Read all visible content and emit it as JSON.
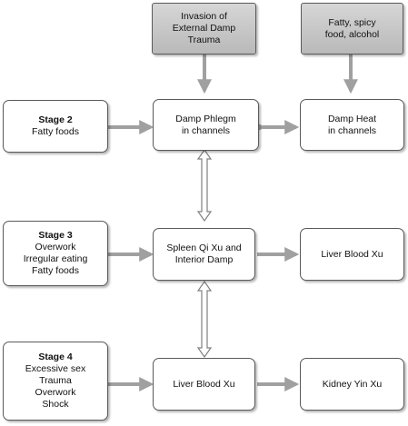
{
  "external_factors": {
    "damp": {
      "lines": [
        "Invasion of",
        "External Damp",
        "Trauma"
      ]
    },
    "diet": {
      "lines": [
        "Fatty, spicy",
        "food, alcohol"
      ]
    }
  },
  "stages": [
    {
      "title": "Stage 2",
      "causes": [
        "Fatty foods"
      ]
    },
    {
      "title": "Stage 3",
      "causes": [
        "Overwork",
        "Irregular eating",
        "Fatty foods"
      ]
    },
    {
      "title": "Stage 4",
      "causes": [
        "Excessive sex",
        "Trauma",
        "Overwork",
        "Shock"
      ]
    }
  ],
  "patterns": {
    "damp_phlegm": {
      "lines": [
        "Damp Phlegm",
        "in channels"
      ]
    },
    "damp_heat": {
      "lines": [
        "Damp Heat",
        "in channels"
      ]
    },
    "spleen_qi_xu": {
      "lines": [
        "Spleen Qi Xu and",
        "Interior Damp"
      ]
    },
    "liver_blood_xu_right": {
      "lines": [
        "Liver Blood Xu"
      ]
    },
    "liver_blood_xu_center": {
      "lines": [
        "Liver Blood Xu"
      ]
    },
    "kidney_yin_xu": {
      "lines": [
        "Kidney Yin Xu"
      ]
    }
  },
  "colors": {
    "arrow": "#a0a0a0",
    "border": "#5a5a5a",
    "shaded_fill": "#c8c8c8"
  }
}
